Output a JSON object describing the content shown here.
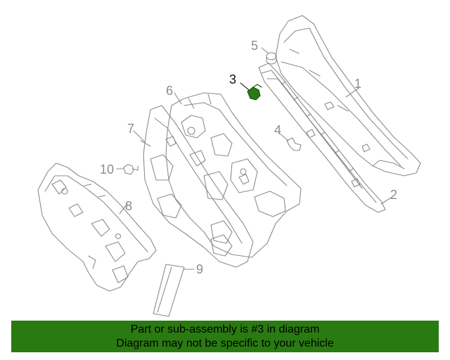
{
  "callouts": {
    "c1": "1",
    "c2": "2",
    "c3": "3",
    "c4": "4",
    "c5": "5",
    "c6": "6",
    "c7": "7",
    "c8": "8",
    "c9": "9",
    "c10": "10"
  },
  "highlighted_part": "3",
  "colors": {
    "line": "#8c8c8c",
    "highlight": "#2a7a12",
    "banner_bg": "#2a7a12",
    "banner_text": "#000000"
  },
  "banner": {
    "line1": "Part or sub-assembly is #3 in diagram",
    "line2": "Diagram may not be specific to your vehicle"
  }
}
